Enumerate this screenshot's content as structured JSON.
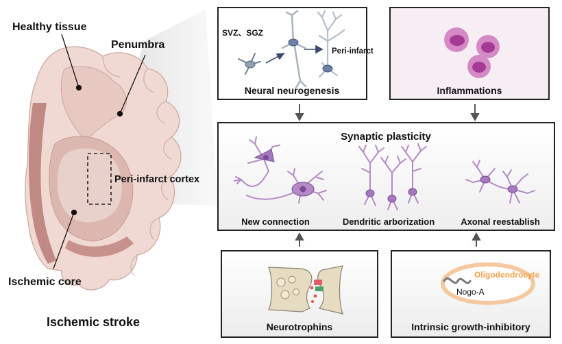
{
  "labels": {
    "healthy_tissue": "Healthy tissue",
    "penumbra": "Penumbra",
    "peri_infarct_cortex": "Peri-infarct cortex",
    "ischemic_core": "Ischemic core",
    "ischemic_stroke": "Ischemic stroke"
  },
  "panels": {
    "neurogenesis": {
      "title": "Neural neurogenesis",
      "svz_sgz": "SVZ、SGZ",
      "peri_infarct": "Peri-infarct"
    },
    "inflammations": {
      "title": "Inflammations"
    },
    "synaptic": {
      "title": "Synaptic plasticity",
      "new_connection": "New connection",
      "dendritic": "Dendritic arborization",
      "axonal": "Axonal reestablish"
    },
    "neurotrophins": {
      "title": "Neurotrophins"
    },
    "intrinsic": {
      "title": "Intrinsic growth-inhibitory",
      "oligodendrocyte": "Oligodendrocyte",
      "nogo": "Nogo-A"
    }
  },
  "colors": {
    "brain_outer": "#f0d9d3",
    "brain_inner": "#e6c4bc",
    "brain_dark": "#b97a74",
    "core": "#d9b2aa",
    "neuron": "#b48ac6",
    "neuron_dark": "#7a4a93",
    "cell": "#d07ac0",
    "cell_core": "#a43a94",
    "oligodendrocyte": "#f0a24a",
    "panel_pink": "#f7eef4"
  }
}
